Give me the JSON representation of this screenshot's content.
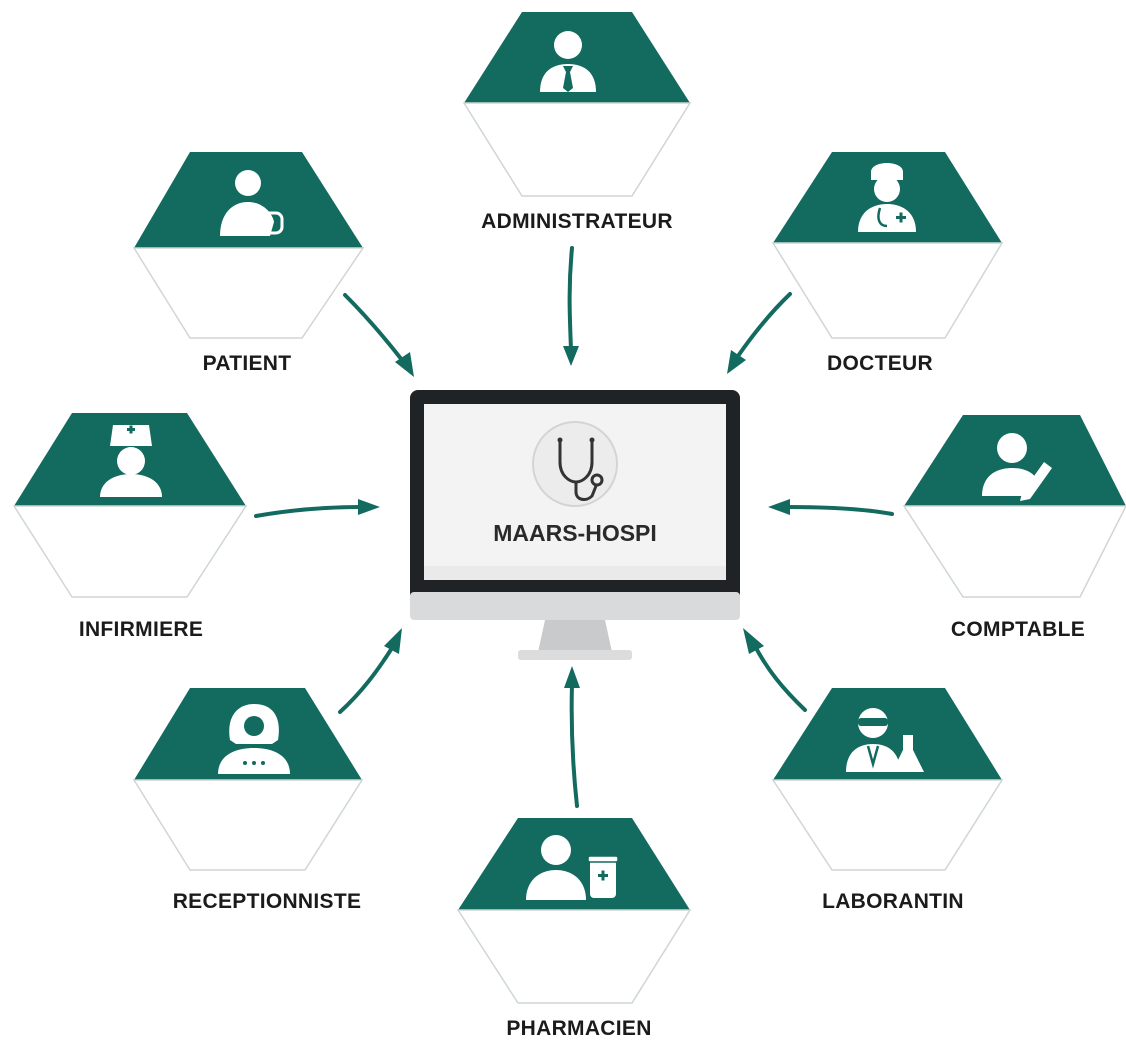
{
  "center": {
    "app_name": "MAARS-HOSPI",
    "icon": "stethoscope-icon"
  },
  "roles": [
    {
      "key": "administrateur",
      "label": "ADMINISTRATEUR",
      "icon": "administrator-icon"
    },
    {
      "key": "patient",
      "label": "PATIENT",
      "icon": "patient-icon"
    },
    {
      "key": "docteur",
      "label": "DOCTEUR",
      "icon": "doctor-icon"
    },
    {
      "key": "infirmiere",
      "label": "INFIRMIERE",
      "icon": "nurse-icon"
    },
    {
      "key": "comptable",
      "label": "COMPTABLE",
      "icon": "accountant-icon"
    },
    {
      "key": "receptionniste",
      "label": "RECEPTIONNISTE",
      "icon": "receptionist-icon"
    },
    {
      "key": "laborantin",
      "label": "LABORANTIN",
      "icon": "lab-technician-icon"
    },
    {
      "key": "pharmacien",
      "label": "PHARMACIEN",
      "icon": "pharmacist-icon"
    }
  ],
  "colors": {
    "accent": "#136a5f",
    "label_text": "#1b1b1b"
  }
}
